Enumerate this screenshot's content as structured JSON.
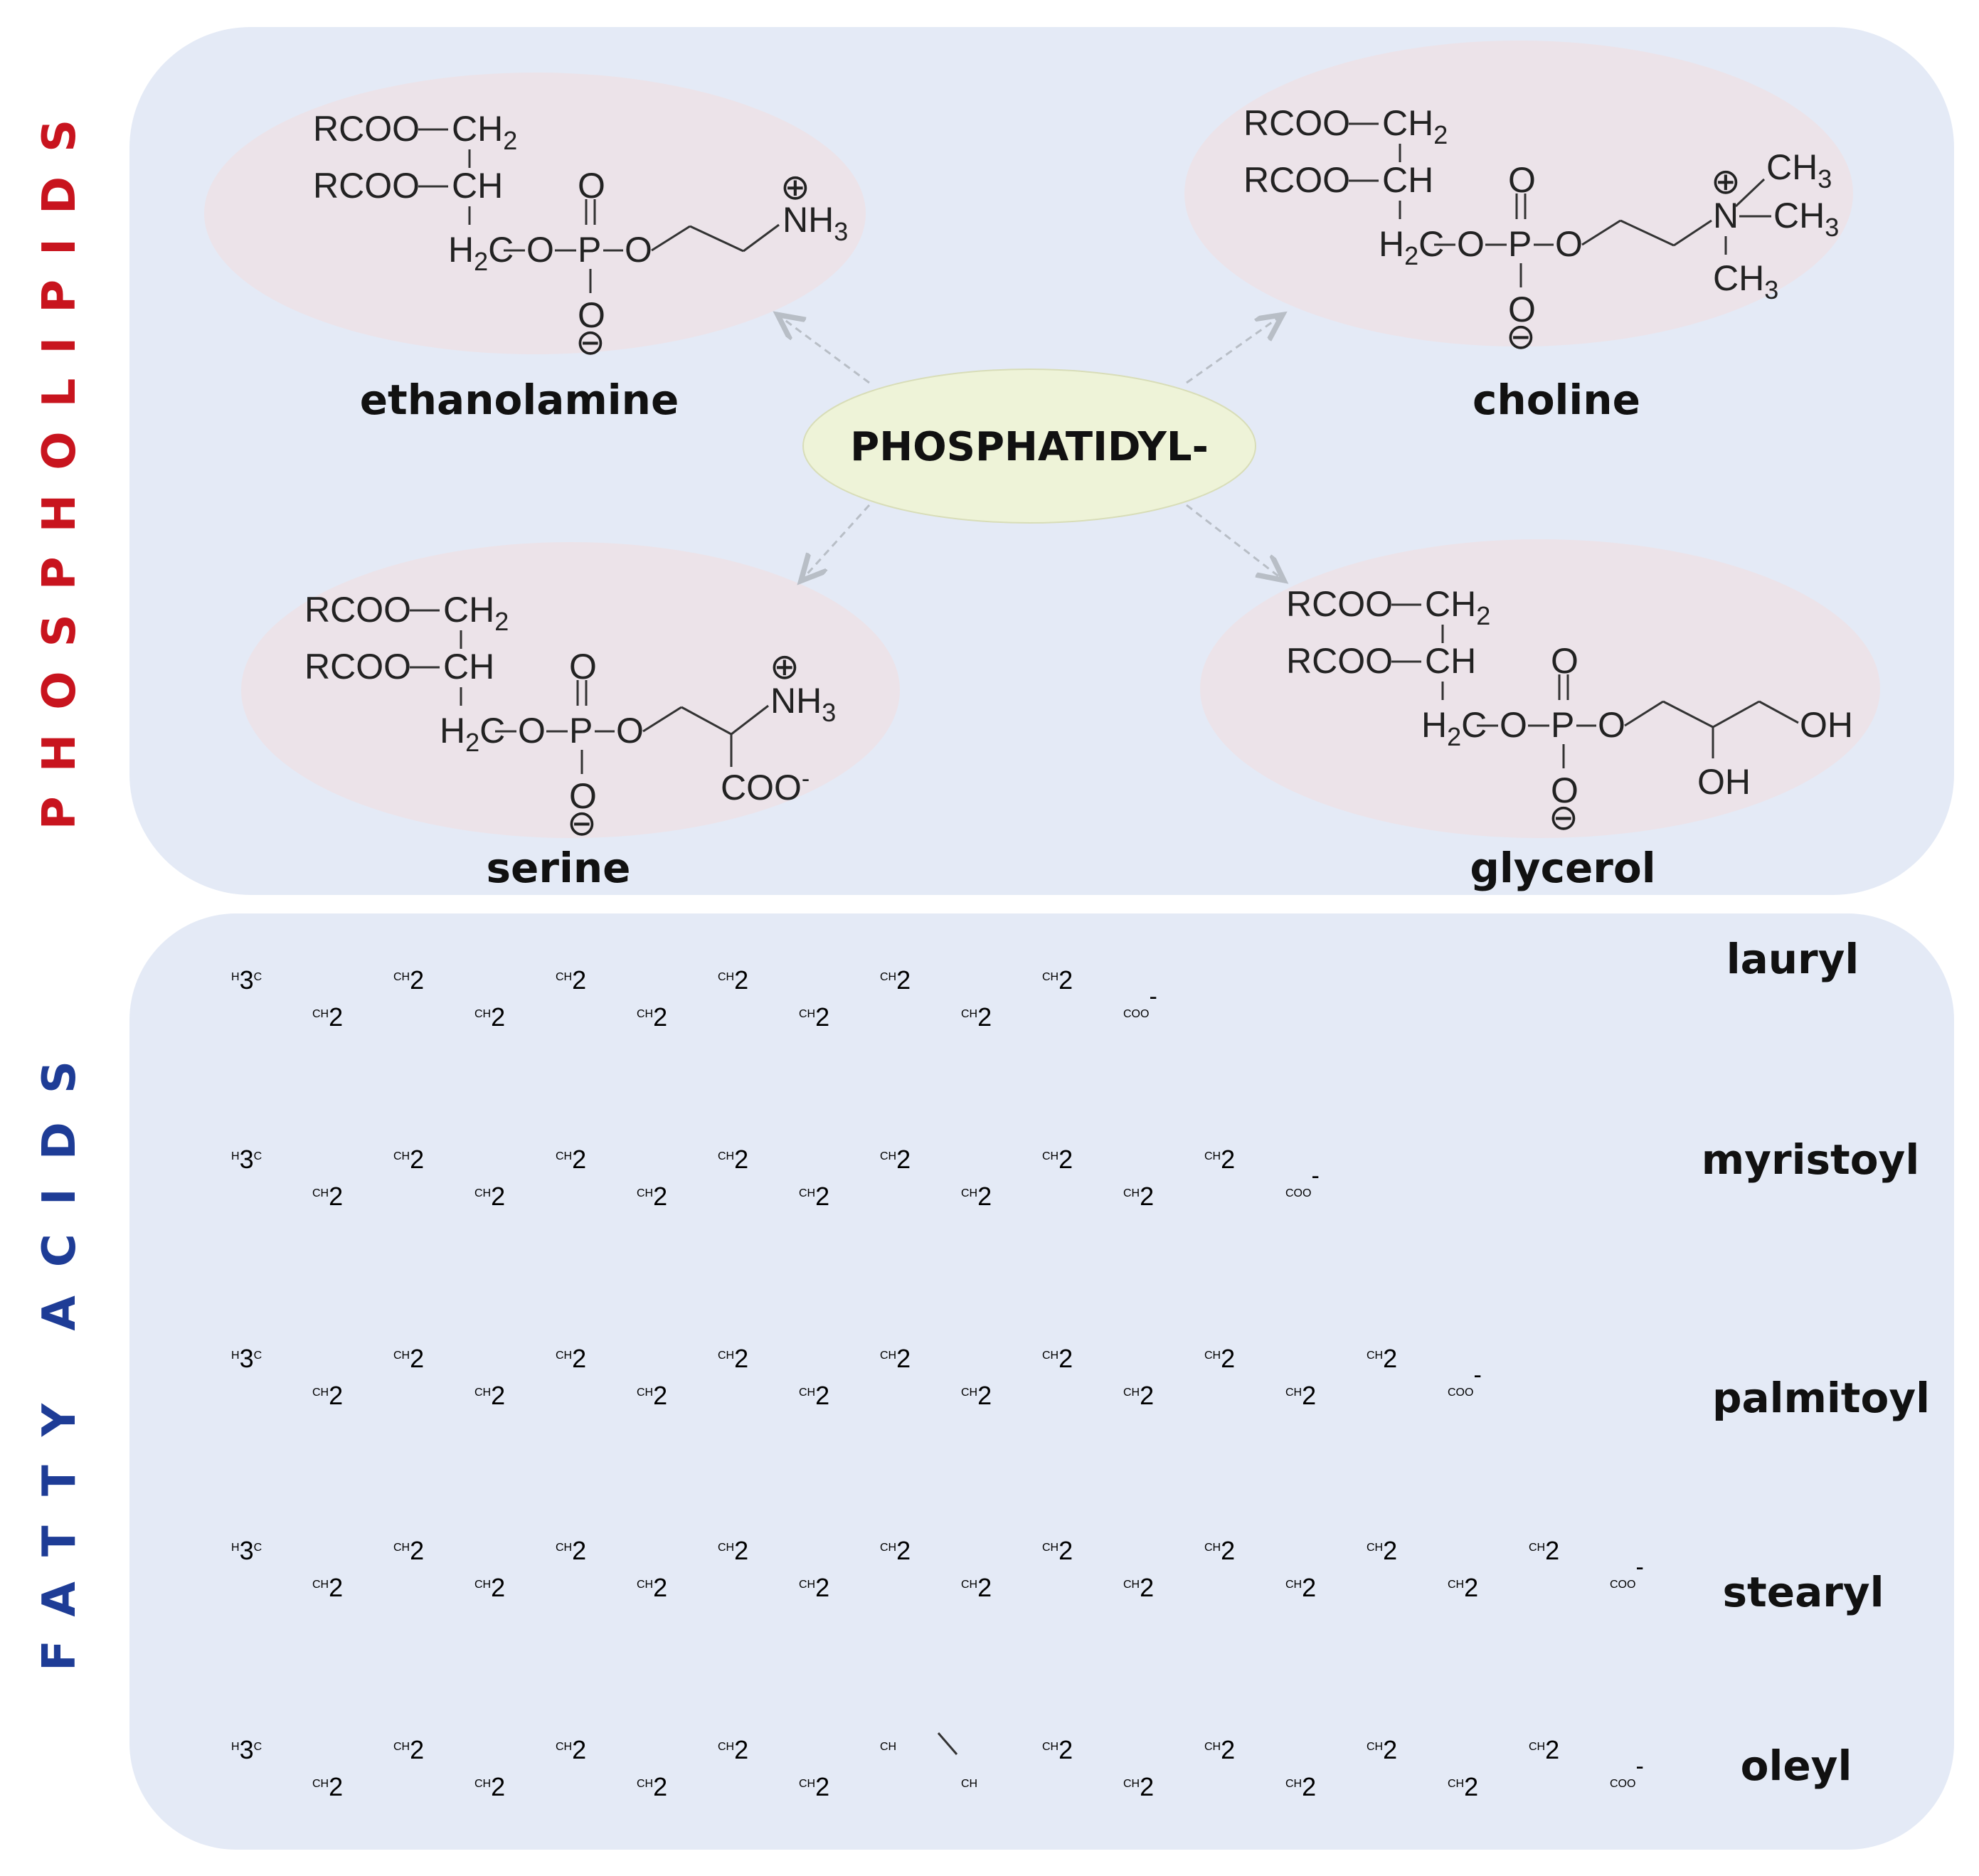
{
  "colors": {
    "panel": "#e4eaf6",
    "ellipse": "#ece3e9",
    "center_ellipse": "#eef3d8",
    "phospholipids_label": "#c8141e",
    "fatty_acids_label": "#1e3c96",
    "positive_charge": "#2222cc",
    "negative_charge": "#e8141e"
  },
  "side_labels": {
    "phospholipids": "PHOSPHOLIPIDS",
    "fatty_acids": "FATTY ACIDS"
  },
  "center": {
    "label": "PHOSPHATIDYL-"
  },
  "backbone": {
    "rcoo": "RCOO",
    "ch2": "CH",
    "ch": "CH",
    "h2c": "H",
    "c": "C",
    "o": "O",
    "p": "P",
    "two": "2"
  },
  "head_groups": [
    {
      "id": "ethanolamine",
      "label": "ethanolamine",
      "group_text": "NH",
      "group_sub": "3",
      "icon": "plus-charge"
    },
    {
      "id": "choline",
      "label": "choline",
      "group_text": "N",
      "methyl": "CH",
      "methyl_sub": "3",
      "icon": "plus-charge"
    },
    {
      "id": "serine",
      "label": "serine",
      "group_text": "NH",
      "group_sub": "3",
      "carboxylate": "COO",
      "carboxylate_charge": "-",
      "icon": "plus-charge"
    },
    {
      "id": "glycerol",
      "label": "glycerol",
      "oh1": "OH",
      "oh2": "OH"
    }
  ],
  "charges": {
    "minus": "⊖",
    "plus": "⊕"
  },
  "fatty_acids": [
    {
      "name": "lauryl",
      "carbons": 12,
      "double_bond_at": null
    },
    {
      "name": "myristoyl",
      "carbons": 14,
      "double_bond_at": null
    },
    {
      "name": "palmitoyl",
      "carbons": 16,
      "double_bond_at": null
    },
    {
      "name": "stearyl",
      "carbons": 18,
      "double_bond_at": null
    },
    {
      "name": "oleyl",
      "carbons": 18,
      "double_bond_at": 9
    }
  ],
  "chain_text": {
    "methyl": "H",
    "methyl_sub": "3",
    "methyl_c": "C",
    "methylene": "CH",
    "methylene_sub": "2",
    "methine": "CH",
    "carboxylate": "COO",
    "carboxylate_charge": "-"
  }
}
